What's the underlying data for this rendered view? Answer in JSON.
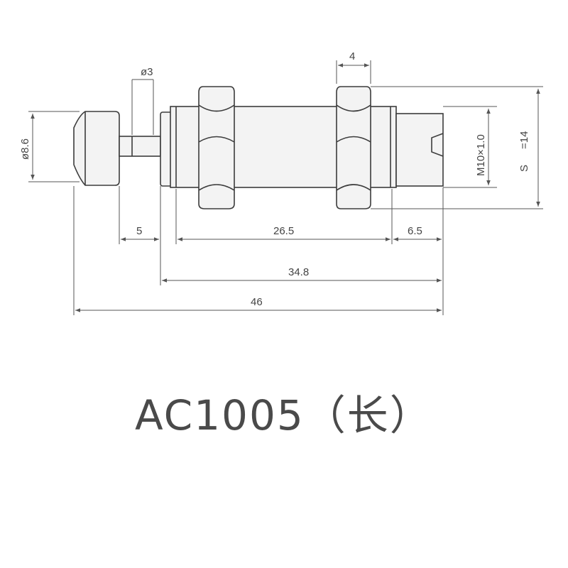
{
  "drawing": {
    "dimensions": {
      "rod_diameter": "ø3",
      "cap_diameter": "ø8.6",
      "nut_width": "4",
      "thread": "M10×1.0",
      "stroke_prefix": "S",
      "stroke_value": "=14",
      "rod_length": "5",
      "body_length": "26.5",
      "end_length": "6.5",
      "body_total": "34.8",
      "overall": "46"
    },
    "title": "AC1005（长）"
  }
}
